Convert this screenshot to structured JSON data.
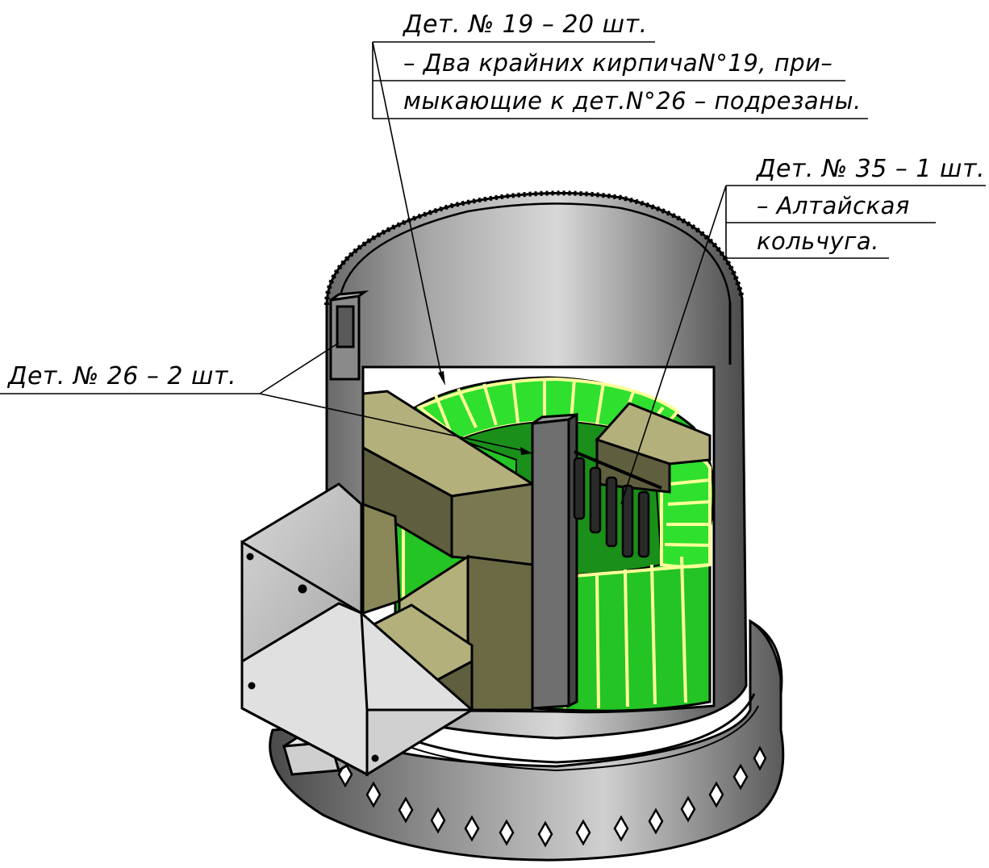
{
  "colors": {
    "brick_green": "#2fd32f",
    "brick_green_dark": "#1aa81a",
    "brick_joint": "#ffff99",
    "olive": "#b3b07c",
    "olive_dark": "#5f5e3e",
    "steel_light": "#c9c9c9",
    "steel_dark": "#5a5a5a"
  },
  "callouts": {
    "det19": {
      "title": "Дет. № 19 – 20 шт.",
      "line1": "– Два крайних кирпичаN°19, при–",
      "line2": "мыкающие к дет.N°26 – подрезаны."
    },
    "det35": {
      "title": "Дет. № 35 – 1 шт.",
      "line1": "– Алтайская",
      "line2": "кольчуга."
    },
    "det26": {
      "title": "Дет. № 26 – 2 шт."
    }
  }
}
